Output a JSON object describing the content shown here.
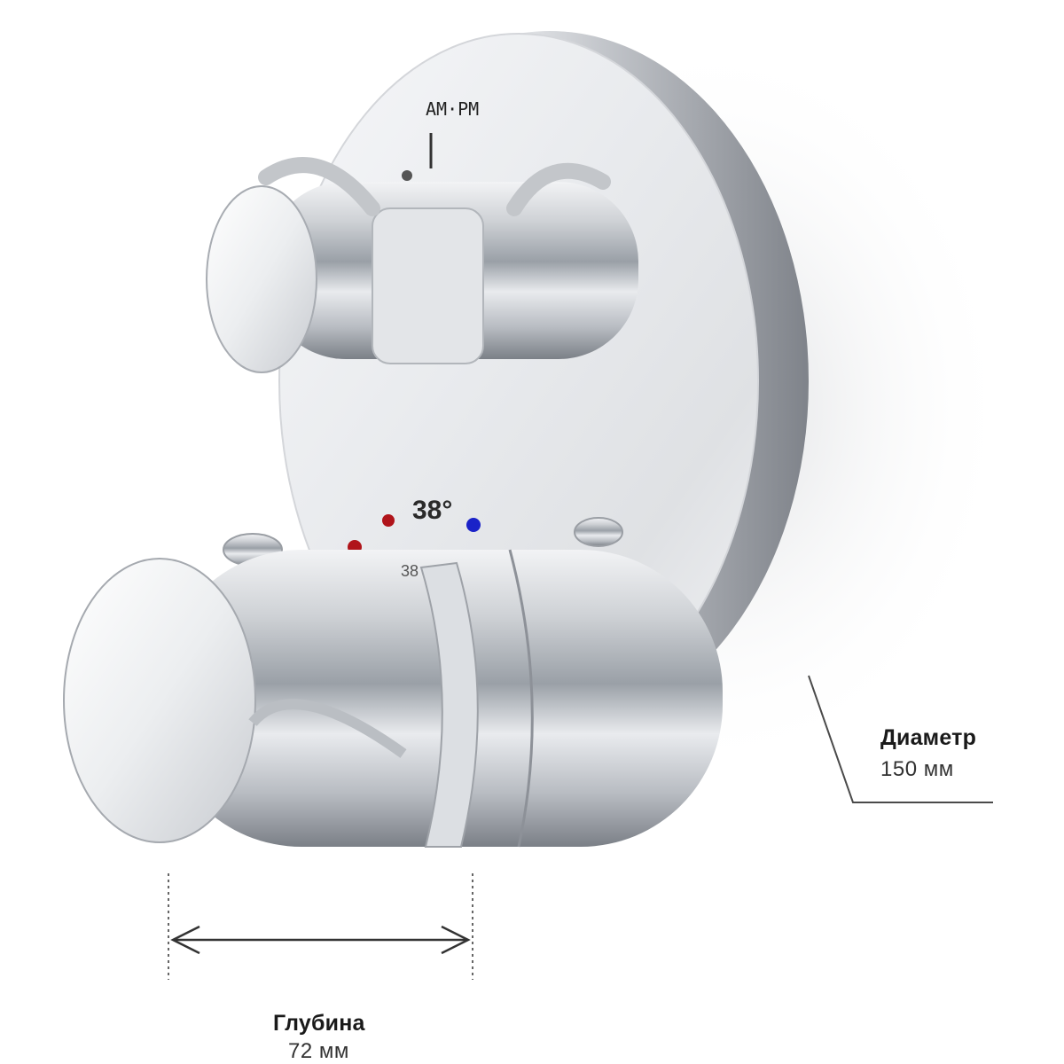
{
  "product": {
    "brand_mark": "AM·PM",
    "temperature_mark": "38°",
    "knob_small_mark": "38"
  },
  "dimensions": {
    "diameter": {
      "title": "Диаметр",
      "value": "150 мм"
    },
    "depth": {
      "title": "Глубина",
      "value": "72 мм"
    }
  },
  "colors": {
    "hot_dot": "#b0141a",
    "cold_dot": "#1a22c8",
    "chrome_light": "#f4f5f7",
    "chrome_mid": "#c9ccd1",
    "chrome_dark": "#8a8e95",
    "dimension_line": "#4a4a4a"
  }
}
